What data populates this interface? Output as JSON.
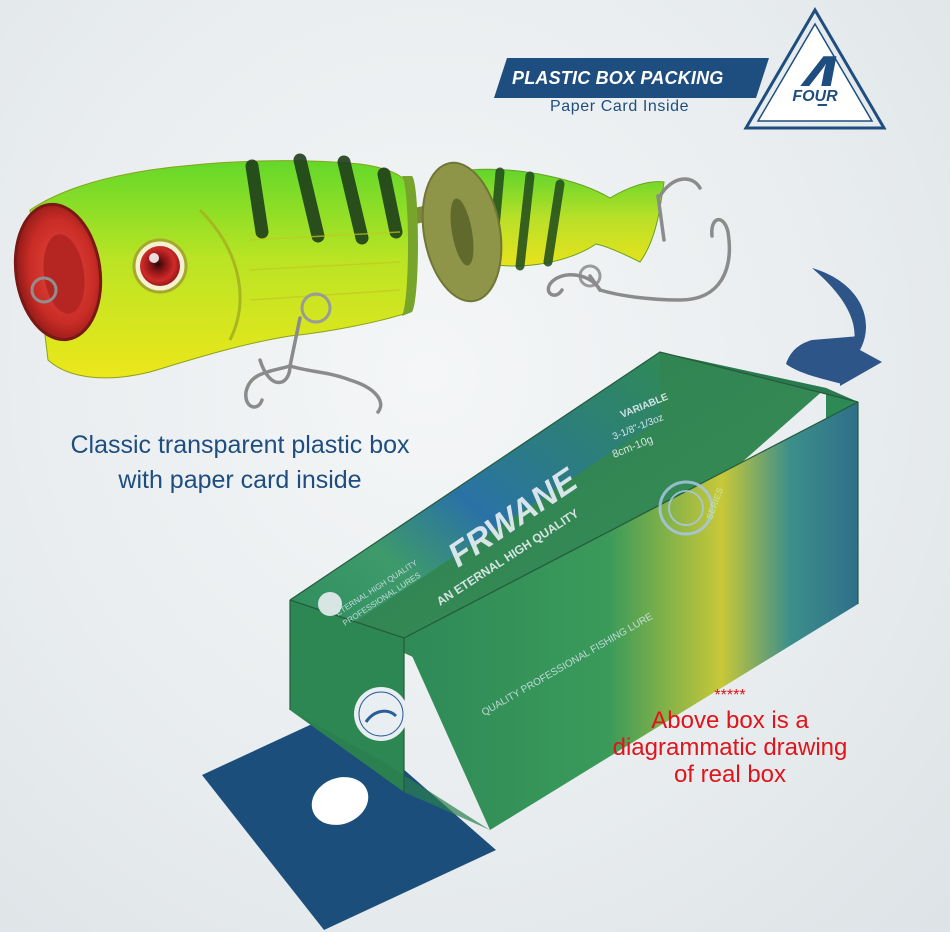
{
  "header": {
    "title": "PLASTIC BOX PACKING",
    "subtitle": "Paper Card Inside",
    "badge_text": "FOUR",
    "badge_number": "4"
  },
  "caption": {
    "line1": "Classic transparent plastic box",
    "line2": "with paper card inside"
  },
  "note": {
    "stars": "*****",
    "line1": "Above box is a",
    "line2": "diagrammatic drawing",
    "line3": "of real box"
  },
  "box": {
    "brand": "FRWANE",
    "tagline": "AN ETERNAL HIGH QUALITY",
    "side_text_1": "ETERNAL HIGH QUALITY",
    "side_text_2": "PROFESSIONAL LURES",
    "front_text": "QUALITY PROFESSIONAL FISHING LURE",
    "spec_title": "VARIABLE",
    "spec_1": "3-1/8\"-1/3oz",
    "spec_2": "8cm-10g",
    "series_label": "SERIES"
  },
  "colors": {
    "brand_navy": "#1e4e7f",
    "note_red": "#e0141b",
    "box_green": "#2e8a57",
    "box_yellow": "#d9c92e",
    "card_blue": "#1c4e7c",
    "lure_green": "#5fd62a",
    "lure_yellow": "#e8e61a",
    "lure_mouth_red": "#c42a24"
  }
}
